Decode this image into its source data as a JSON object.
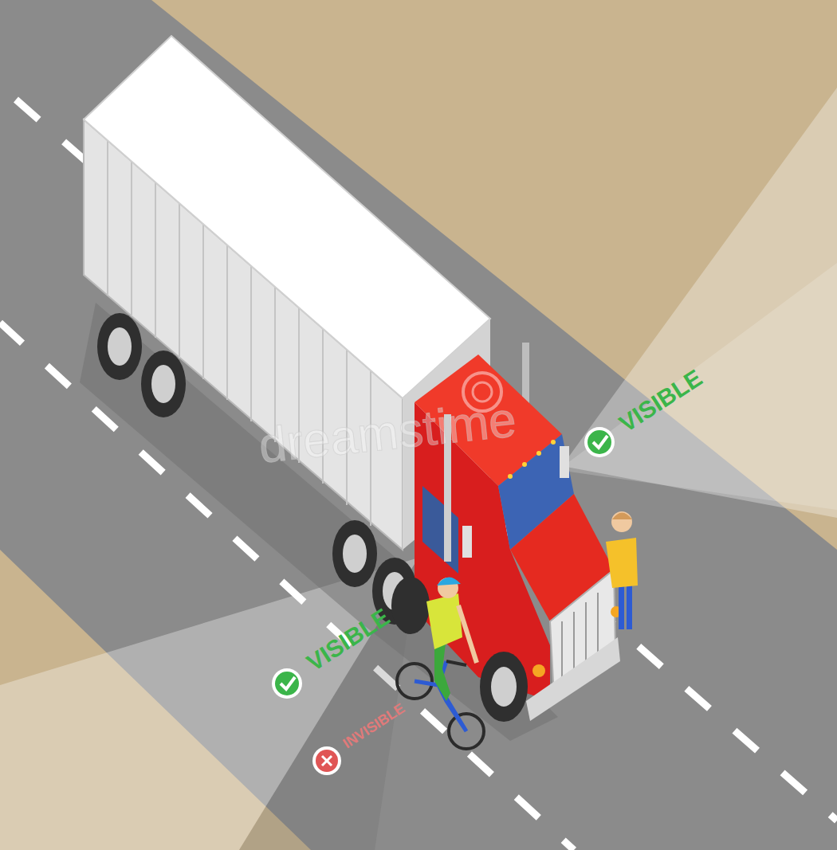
{
  "diagram": {
    "labels": [
      "VISIBLE",
      "VISIBLE",
      "INVISIBLE",
      "dreamstime"
    ]
  }
}
